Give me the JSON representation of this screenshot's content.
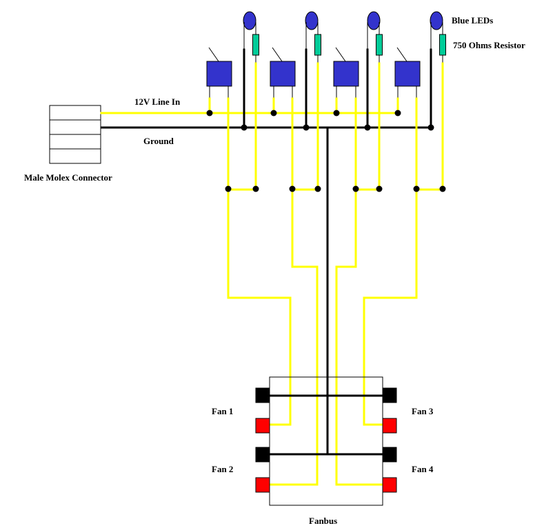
{
  "diagram": {
    "colors": {
      "power_wire": "#ffff00",
      "ground_wire": "#000000",
      "potentiometer": "#3333cc",
      "led": "#3333cc",
      "resistor": "#00cc99",
      "fan_power_pin": "#ff0000",
      "fan_ground_pin": "#000000"
    },
    "labels": {
      "line_12v": "12V Line In",
      "ground": "Ground",
      "molex": "Male Molex Connector",
      "leds": "Blue LEDs",
      "resistor": "750 Ohms Resistor",
      "fanbus": "Fanbus"
    },
    "fans": [
      {
        "label": "Fan 1"
      },
      {
        "label": "Fan 2"
      },
      {
        "label": "Fan 3"
      },
      {
        "label": "Fan 4"
      }
    ],
    "channels": [
      {
        "name": "channel-1",
        "pot": "potentiometer",
        "led": "blue LED",
        "resistor_ohms": 750,
        "fan": "Fan 1"
      },
      {
        "name": "channel-2",
        "pot": "potentiometer",
        "led": "blue LED",
        "resistor_ohms": 750,
        "fan": "Fan 2"
      },
      {
        "name": "channel-3",
        "pot": "potentiometer",
        "led": "blue LED",
        "resistor_ohms": 750,
        "fan": "Fan 4"
      },
      {
        "name": "channel-4",
        "pot": "potentiometer",
        "led": "blue LED",
        "resistor_ohms": 750,
        "fan": "Fan 3"
      }
    ]
  }
}
